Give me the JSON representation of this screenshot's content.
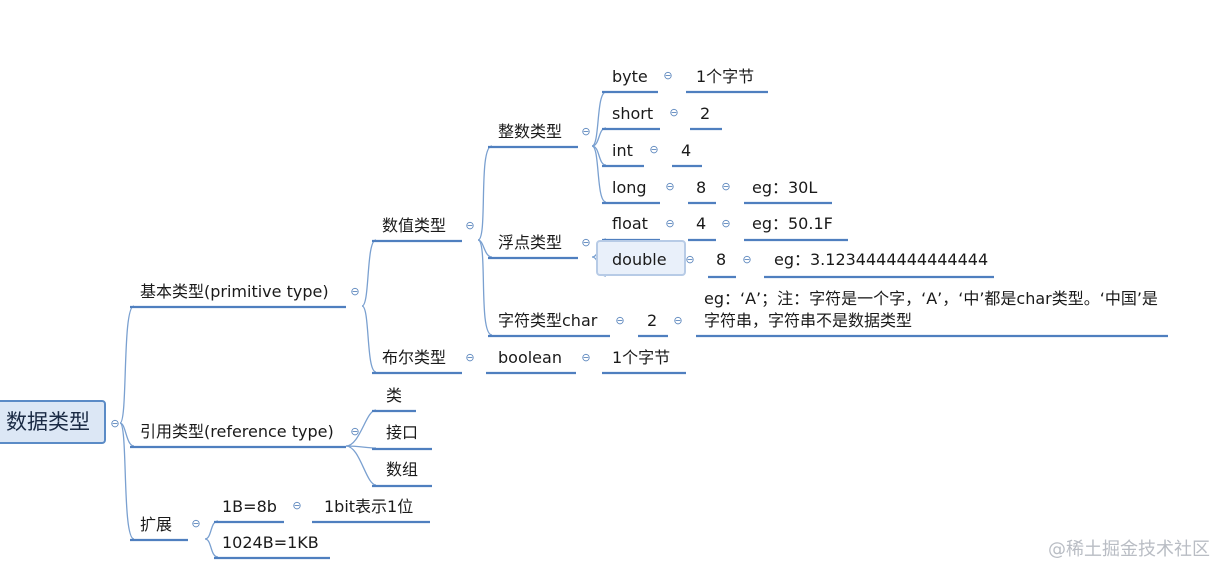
{
  "root": "数据类型",
  "nodes": {
    "primitive": "基本类型(primitive type)",
    "reference": "引用类型(reference type)",
    "extension": "扩展",
    "numeric": "数值类型",
    "boolean_type": "布尔类型",
    "integer": "整数类型",
    "floating": "浮点类型",
    "char_type": "字符类型char",
    "byte": "byte",
    "byte_size": "1个字节",
    "short": "short",
    "short_size": "2",
    "int": "int",
    "int_size": "4",
    "long": "long",
    "long_size": "8",
    "long_eg": "eg：30L",
    "float": "float",
    "float_size": "4",
    "float_eg": "eg：50.1F",
    "double": "double",
    "double_size": "8",
    "double_eg": "eg：3.1234444444444444",
    "char_size": "2",
    "char_note": "eg：‘A’；注：字符是一个字，‘A’，‘中’都是char类型。‘中国’是字符串，字符串不是数据类型",
    "boolean": "boolean",
    "boolean_size": "1个字节",
    "class": "类",
    "interface": "接口",
    "array": "数组",
    "byte_bits": "1B=8b",
    "bit_desc": "1bit表示1位",
    "kb": "1024B=1KB"
  },
  "collapse_glyph": "⊖",
  "watermark": "@稀土掘金技术社区",
  "colors": {
    "line": "#6f97cc",
    "underline": "#4f7fbf",
    "toggle": "#5b86bd",
    "root_fill": "#dce7f5",
    "root_border": "#5b8bc6"
  }
}
